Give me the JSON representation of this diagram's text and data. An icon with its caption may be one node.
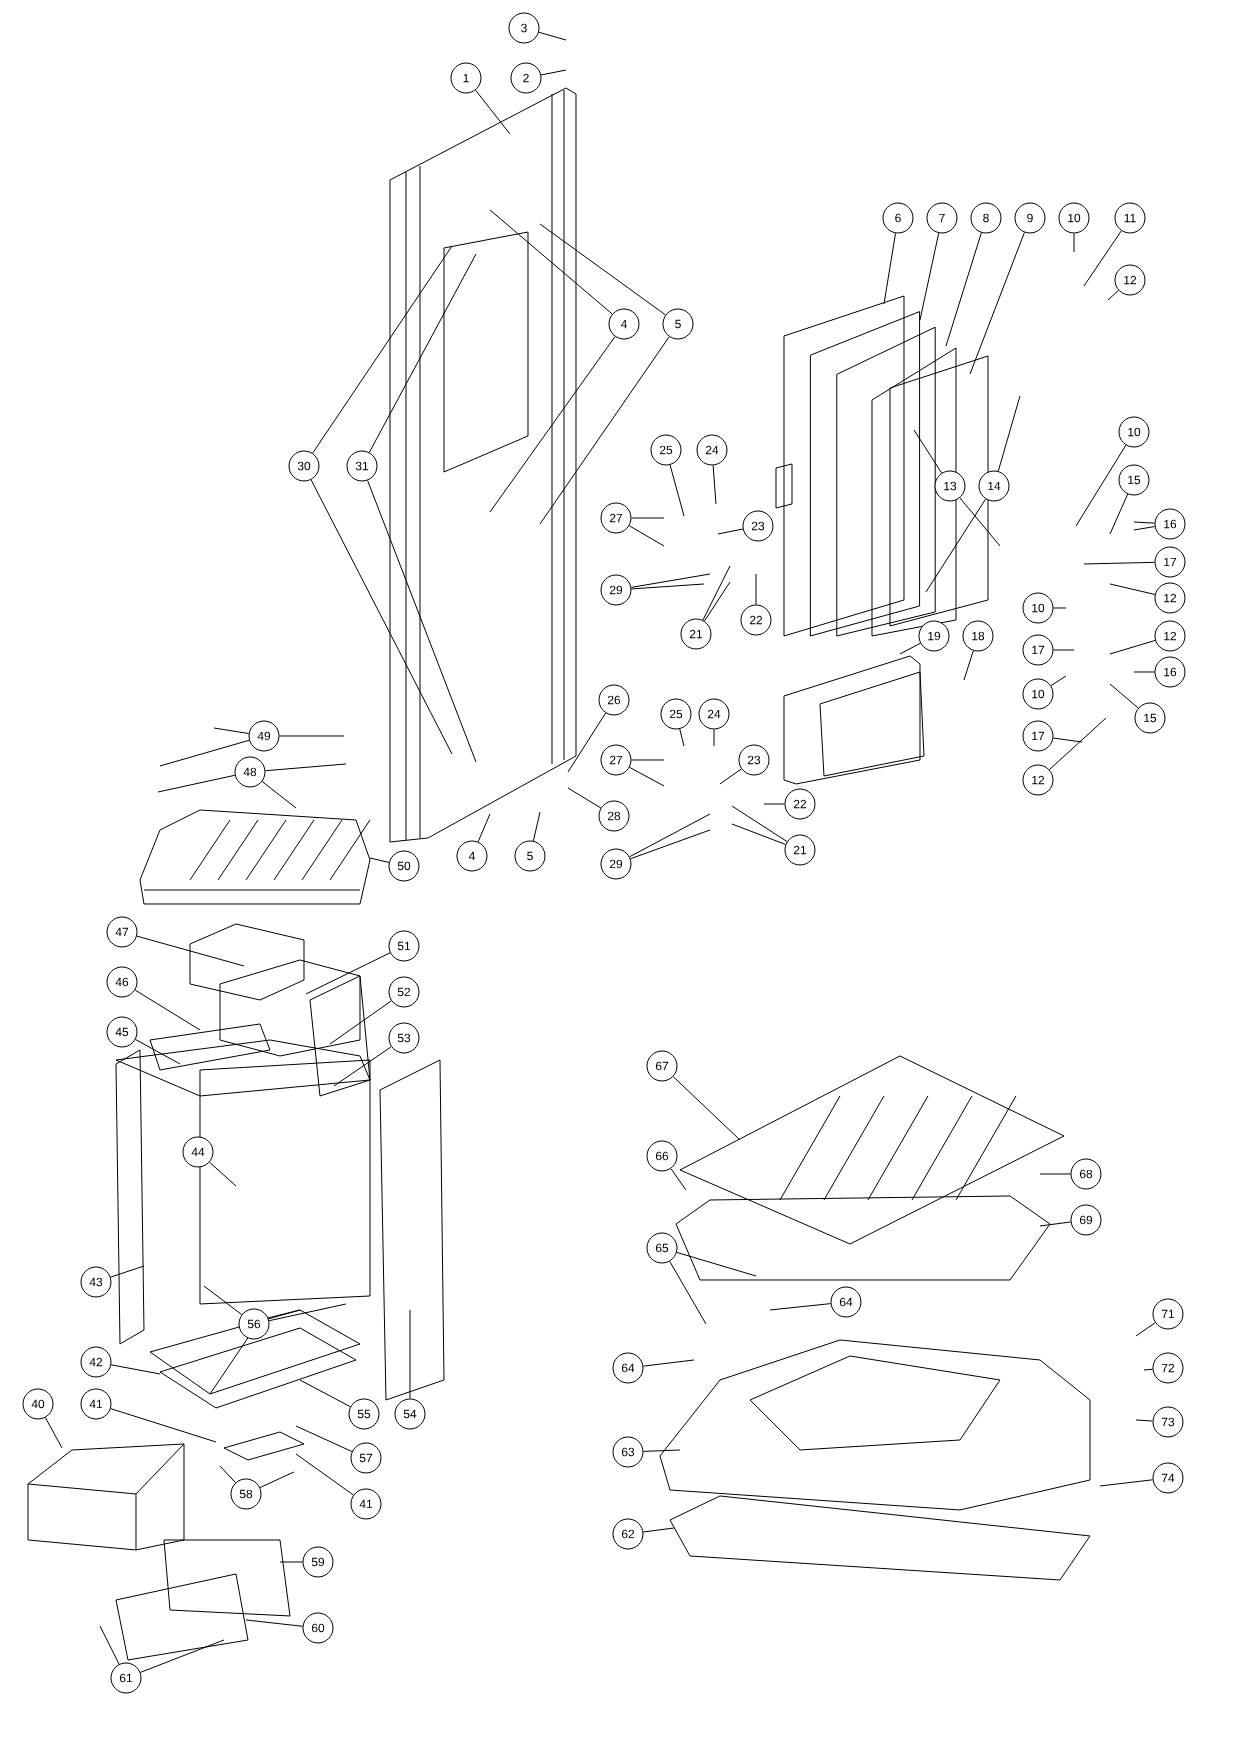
{
  "diagram": {
    "nodes": [
      {
        "text": [
          "3"
        ]
      },
      {
        "text": [
          "1"
        ]
      },
      {
        "text": [
          "2"
        ]
      },
      {
        "text": [
          "6"
        ]
      },
      {
        "text": [
          "7"
        ]
      },
      {
        "text": [
          "8"
        ]
      },
      {
        "text": [
          "9"
        ]
      },
      {
        "text": [
          "10"
        ]
      },
      {
        "text": [
          "11"
        ]
      },
      {
        "text": [
          "12"
        ]
      },
      {
        "text": [
          "4"
        ]
      },
      {
        "text": [
          "5"
        ]
      },
      {
        "text": [
          "10"
        ]
      },
      {
        "text": [
          "25"
        ]
      },
      {
        "text": [
          "24"
        ]
      },
      {
        "text": [
          "30"
        ]
      },
      {
        "text": [
          "31"
        ]
      },
      {
        "text": [
          "15"
        ]
      },
      {
        "text": [
          "13"
        ]
      },
      {
        "text": [
          "14"
        ]
      },
      {
        "text": [
          "27"
        ]
      },
      {
        "text": [
          "16"
        ]
      },
      {
        "text": [
          "23"
        ]
      },
      {
        "text": [
          "17"
        ]
      },
      {
        "text": [
          "29"
        ]
      },
      {
        "text": [
          "12"
        ]
      },
      {
        "text": [
          "10"
        ]
      },
      {
        "text": [
          "21"
        ]
      },
      {
        "text": [
          "22"
        ]
      },
      {
        "text": [
          "12"
        ]
      },
      {
        "text": [
          "19"
        ]
      },
      {
        "text": [
          "18"
        ]
      },
      {
        "text": [
          "17"
        ]
      },
      {
        "text": [
          "16"
        ]
      },
      {
        "text": [
          "10"
        ]
      },
      {
        "text": [
          "26"
        ]
      },
      {
        "text": [
          "25"
        ]
      },
      {
        "text": [
          "24"
        ]
      },
      {
        "text": [
          "15"
        ]
      },
      {
        "text": [
          "49"
        ]
      },
      {
        "text": [
          "17"
        ]
      },
      {
        "text": [
          "27"
        ]
      },
      {
        "text": [
          "23"
        ]
      },
      {
        "text": [
          "48"
        ]
      },
      {
        "text": [
          "12"
        ]
      },
      {
        "text": [
          "22"
        ]
      },
      {
        "text": [
          "28"
        ]
      },
      {
        "text": [
          "4"
        ]
      },
      {
        "text": [
          "5"
        ]
      },
      {
        "text": [
          "21"
        ]
      },
      {
        "text": [
          "29"
        ]
      },
      {
        "text": [
          "50"
        ]
      },
      {
        "text": [
          "47"
        ]
      },
      {
        "text": [
          "51"
        ]
      },
      {
        "text": [
          "46"
        ]
      },
      {
        "text": [
          "52"
        ]
      },
      {
        "text": [
          "45"
        ]
      },
      {
        "text": [
          "53"
        ]
      },
      {
        "text": [
          "67"
        ]
      },
      {
        "text": [
          "44"
        ]
      },
      {
        "text": [
          "66"
        ]
      },
      {
        "text": [
          "68"
        ]
      },
      {
        "text": [
          "69"
        ]
      },
      {
        "text": [
          "65"
        ]
      },
      {
        "text": [
          "43"
        ]
      },
      {
        "text": [
          "64"
        ]
      },
      {
        "text": [
          "71"
        ]
      },
      {
        "text": [
          "56"
        ]
      },
      {
        "text": [
          "42"
        ]
      },
      {
        "text": [
          "64"
        ]
      },
      {
        "text": [
          "72"
        ]
      },
      {
        "text": [
          "40"
        ]
      },
      {
        "text": [
          "41"
        ]
      },
      {
        "text": [
          "55"
        ]
      },
      {
        "text": [
          "54"
        ]
      },
      {
        "text": [
          "73"
        ]
      },
      {
        "text": [
          "63"
        ]
      },
      {
        "text": [
          "57"
        ]
      },
      {
        "text": [
          "74"
        ]
      },
      {
        "text": [
          "58"
        ]
      },
      {
        "text": [
          "41"
        ]
      },
      {
        "text": [
          "62"
        ]
      },
      {
        "text": [
          "59"
        ]
      },
      {
        "text": [
          "60"
        ]
      },
      {
        "text": [
          "61"
        ]
      }
    ],
    "edges": [
      {
        "from": 0,
        "to": null,
        "arrow": "none"
      },
      {
        "from": 1,
        "to": null,
        "arrow": "none"
      },
      {
        "from": 2,
        "to": null,
        "arrow": "none"
      },
      {
        "from": 3,
        "to": null,
        "arrow": "none"
      },
      {
        "from": 4,
        "to": null,
        "arrow": "none"
      },
      {
        "from": 5,
        "to": null,
        "arrow": "none"
      },
      {
        "from": 6,
        "to": null,
        "arrow": "none"
      },
      {
        "from": 7,
        "to": null,
        "arrow": "none"
      },
      {
        "from": 8,
        "to": null,
        "arrow": "none"
      },
      {
        "from": 9,
        "to": null,
        "arrow": "none"
      },
      {
        "from": 10,
        "to": null,
        "arrow": "none"
      },
      {
        "from": 10,
        "to": null,
        "arrow": "none"
      },
      {
        "from": 11,
        "to": null,
        "arrow": "none"
      },
      {
        "from": 11,
        "to": null,
        "arrow": "none"
      },
      {
        "from": 12,
        "to": null,
        "arrow": "none"
      },
      {
        "from": 13,
        "to": null,
        "arrow": "none"
      },
      {
        "from": 14,
        "to": null,
        "arrow": "none"
      },
      {
        "from": 15,
        "to": null,
        "arrow": "none"
      },
      {
        "from": 15,
        "to": null,
        "arrow": "none"
      },
      {
        "from": 16,
        "to": null,
        "arrow": "none"
      },
      {
        "from": 16,
        "to": null,
        "arrow": "none"
      },
      {
        "from": 17,
        "to": null,
        "arrow": "none"
      },
      {
        "from": 18,
        "to": null,
        "arrow": "none"
      },
      {
        "from": 18,
        "to": null,
        "arrow": "none"
      },
      {
        "from": 19,
        "to": null,
        "arrow": "none"
      },
      {
        "from": 19,
        "to": null,
        "arrow": "none"
      },
      {
        "from": 20,
        "to": null,
        "arrow": "none"
      },
      {
        "from": 20,
        "to": null,
        "arrow": "none"
      },
      {
        "from": 21,
        "to": null,
        "arrow": "none"
      },
      {
        "from": 21,
        "to": null,
        "arrow": "none"
      },
      {
        "from": 22,
        "to": null,
        "arrow": "none"
      },
      {
        "from": 23,
        "to": null,
        "arrow": "none"
      },
      {
        "from": 24,
        "to": null,
        "arrow": "none"
      },
      {
        "from": 24,
        "to": null,
        "arrow": "none"
      },
      {
        "from": 25,
        "to": null,
        "arrow": "none"
      },
      {
        "from": 26,
        "to": null,
        "arrow": "none"
      },
      {
        "from": 27,
        "to": null,
        "arrow": "none"
      },
      {
        "from": 27,
        "to": null,
        "arrow": "none"
      },
      {
        "from": 28,
        "to": null,
        "arrow": "none"
      },
      {
        "from": 29,
        "to": null,
        "arrow": "none"
      },
      {
        "from": 30,
        "to": null,
        "arrow": "none"
      },
      {
        "from": 31,
        "to": null,
        "arrow": "none"
      },
      {
        "from": 32,
        "to": null,
        "arrow": "none"
      },
      {
        "from": 33,
        "to": null,
        "arrow": "none"
      },
      {
        "from": 34,
        "to": null,
        "arrow": "none"
      },
      {
        "from": 35,
        "to": null,
        "arrow": "none"
      },
      {
        "from": 36,
        "to": null,
        "arrow": "none"
      },
      {
        "from": 37,
        "to": null,
        "arrow": "none"
      },
      {
        "from": 38,
        "to": null,
        "arrow": "none"
      },
      {
        "from": 39,
        "to": null,
        "arrow": "none"
      },
      {
        "from": 39,
        "to": null,
        "arrow": "none"
      },
      {
        "from": 39,
        "to": null,
        "arrow": "none"
      },
      {
        "from": 40,
        "to": null,
        "arrow": "none"
      },
      {
        "from": 41,
        "to": null,
        "arrow": "none"
      },
      {
        "from": 41,
        "to": null,
        "arrow": "none"
      },
      {
        "from": 42,
        "to": null,
        "arrow": "none"
      },
      {
        "from": 43,
        "to": null,
        "arrow": "none"
      },
      {
        "from": 43,
        "to": null,
        "arrow": "none"
      },
      {
        "from": 43,
        "to": null,
        "arrow": "none"
      },
      {
        "from": 44,
        "to": null,
        "arrow": "none"
      },
      {
        "from": 45,
        "to": null,
        "arrow": "none"
      },
      {
        "from": 46,
        "to": null,
        "arrow": "none"
      },
      {
        "from": 47,
        "to": null,
        "arrow": "none"
      },
      {
        "from": 48,
        "to": null,
        "arrow": "none"
      },
      {
        "from": 49,
        "to": null,
        "arrow": "none"
      },
      {
        "from": 49,
        "to": null,
        "arrow": "none"
      },
      {
        "from": 50,
        "to": null,
        "arrow": "none"
      },
      {
        "from": 50,
        "to": null,
        "arrow": "none"
      },
      {
        "from": 51,
        "to": null,
        "arrow": "none"
      },
      {
        "from": 52,
        "to": null,
        "arrow": "none"
      },
      {
        "from": 53,
        "to": null,
        "arrow": "none"
      },
      {
        "from": 54,
        "to": null,
        "arrow": "none"
      },
      {
        "from": 55,
        "to": null,
        "arrow": "none"
      },
      {
        "from": 56,
        "to": null,
        "arrow": "none"
      },
      {
        "from": 57,
        "to": null,
        "arrow": "none"
      },
      {
        "from": 58,
        "to": null,
        "arrow": "none"
      },
      {
        "from": 59,
        "to": null,
        "arrow": "none"
      },
      {
        "from": 60,
        "to": null,
        "arrow": "none"
      },
      {
        "from": 61,
        "to": null,
        "arrow": "none"
      },
      {
        "from": 62,
        "to": null,
        "arrow": "none"
      },
      {
        "from": 63,
        "to": null,
        "arrow": "none"
      },
      {
        "from": 63,
        "to": null,
        "arrow": "none"
      },
      {
        "from": 64,
        "to": null,
        "arrow": "none"
      },
      {
        "from": 65,
        "to": null,
        "arrow": "none"
      },
      {
        "from": 66,
        "to": null,
        "arrow": "none"
      },
      {
        "from": 67,
        "to": null,
        "arrow": "none"
      },
      {
        "from": 67,
        "to": null,
        "arrow": "none"
      },
      {
        "from": 68,
        "to": null,
        "arrow": "none"
      },
      {
        "from": 69,
        "to": null,
        "arrow": "none"
      },
      {
        "from": 70,
        "to": null,
        "arrow": "none"
      },
      {
        "from": 71,
        "to": null,
        "arrow": "none"
      },
      {
        "from": 72,
        "to": null,
        "arrow": "none"
      },
      {
        "from": 73,
        "to": null,
        "arrow": "none"
      },
      {
        "from": 74,
        "to": null,
        "arrow": "none"
      },
      {
        "from": 75,
        "to": null,
        "arrow": "none"
      },
      {
        "from": 76,
        "to": null,
        "arrow": "none"
      },
      {
        "from": 77,
        "to": null,
        "arrow": "none"
      },
      {
        "from": 78,
        "to": null,
        "arrow": "none"
      },
      {
        "from": 79,
        "to": null,
        "arrow": "none"
      },
      {
        "from": 79,
        "to": null,
        "arrow": "none"
      },
      {
        "from": 80,
        "to": null,
        "arrow": "none"
      },
      {
        "from": 81,
        "to": null,
        "arrow": "none"
      },
      {
        "from": 82,
        "to": null,
        "arrow": "none"
      },
      {
        "from": 83,
        "to": null,
        "arrow": "none"
      },
      {
        "from": 84,
        "to": null,
        "arrow": "none"
      },
      {
        "from": 84,
        "to": null,
        "arrow": "none"
      }
    ]
  }
}
